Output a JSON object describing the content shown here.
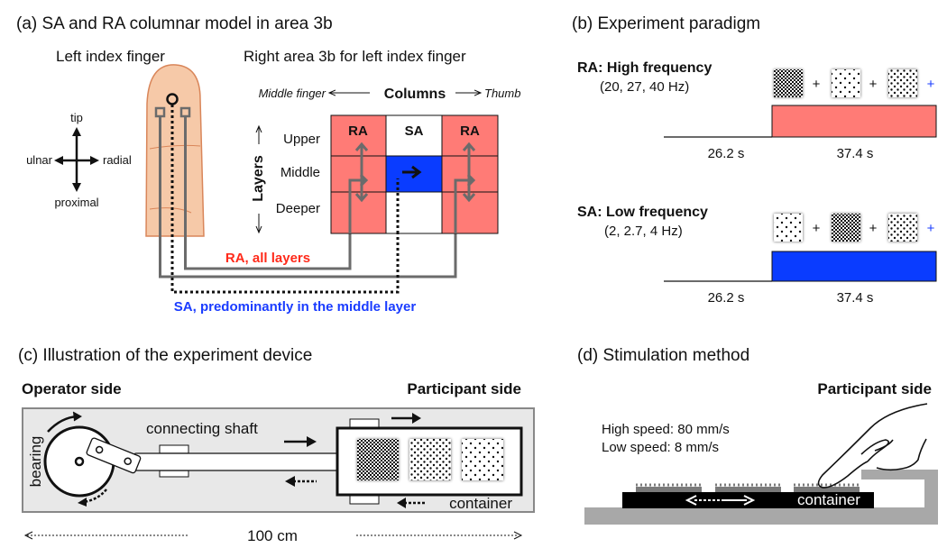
{
  "colors": {
    "ra": "#ff7b76",
    "sa": "#0a3cff",
    "ra_text": "#ff2a1a",
    "sa_text": "#1a3cff",
    "gray_line": "#6b6b6b",
    "device_bg": "#e8e8e8",
    "skin": "#f6c9a8"
  },
  "panel_a": {
    "title": "(a) SA and RA columnar model in area 3b",
    "finger_label": "Left index finger",
    "area_label": "Right area 3b for left index finger",
    "compass": {
      "up": "tip",
      "down": "proximal",
      "left": "ulnar",
      "right": "radial"
    },
    "columns_axis": {
      "left": "Middle finger",
      "center": "Columns",
      "right": "Thumb"
    },
    "layers_axis": "Layers",
    "rows": [
      "Upper",
      "Middle",
      "Deeper"
    ],
    "column_headers": [
      "RA",
      "SA",
      "RA"
    ],
    "ra_caption": "RA, all layers",
    "sa_caption": "SA, predominantly in the middle layer"
  },
  "panel_b": {
    "title": "(b) Experiment paradigm",
    "blocks": [
      {
        "name": "RA: High frequency",
        "freqs": "(20, 27, 40 Hz)",
        "rest": "26.2 s",
        "stim": "37.4 s",
        "plus": [
          "+",
          "+",
          "+"
        ]
      },
      {
        "name": "SA: Low frequency",
        "freqs": "(2, 2.7, 4 Hz)",
        "rest": "26.2 s",
        "stim": "37.4 s",
        "plus": [
          "+",
          "+",
          "+"
        ]
      }
    ]
  },
  "panel_c": {
    "title": "(c) Illustration of the experiment device",
    "operator_side": "Operator side",
    "participant_side": "Participant side",
    "bearing": "bearing",
    "shaft": "connecting shaft",
    "container": "container",
    "length": "100 cm"
  },
  "panel_d": {
    "title": "(d) Stimulation method",
    "participant_side": "Participant side",
    "high_speed": "High speed: 80 mm/s",
    "low_speed": "Low speed: 8 mm/s",
    "container": "container"
  }
}
